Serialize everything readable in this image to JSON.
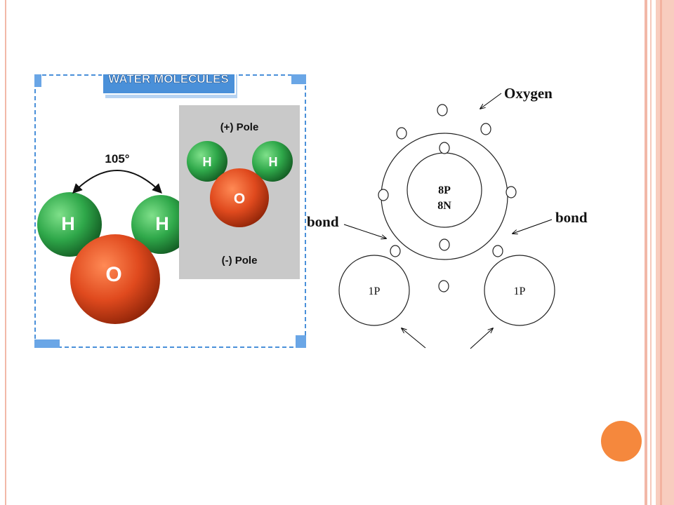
{
  "left_panel": {
    "title": "WATER MOLECULES",
    "angle_label": "105°",
    "atom_h": "H",
    "atom_o": "O",
    "pos_pole": "(+) Pole",
    "neg_pole": "(-) Pole"
  },
  "right_panel": {
    "oxygen_label": "Oxygen",
    "bond_left": "bond",
    "bond_right": "bond",
    "nucleus_protons": "8P",
    "nucleus_neutrons": "8N",
    "hydrogen_left": "1P",
    "hydrogen_right": "1P"
  },
  "colors": {
    "hydrogen": "#2fa84a",
    "oxygen": "#e04a1e",
    "title_bg": "#4a90d9",
    "frame_accent": "#f2b8a8",
    "dot": "#f5883d"
  }
}
